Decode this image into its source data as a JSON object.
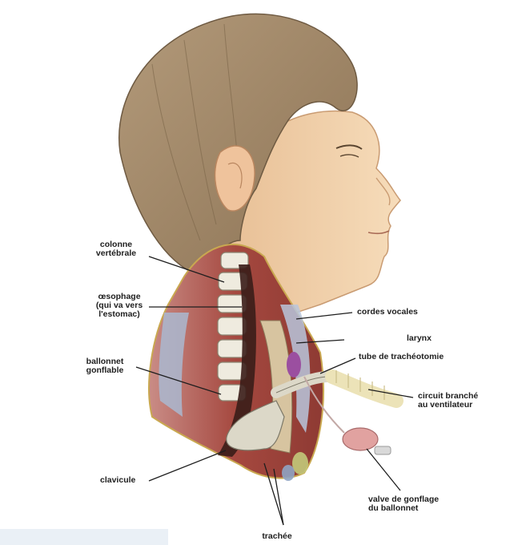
{
  "labels": {
    "colonne": "colonne\nvertébrale",
    "oesophage": "œsophage\n(qui va vers\nl'estomac)",
    "ballonnet": "ballonnet\ngonflable",
    "clavicule": "clavicule",
    "cordes": "cordes vocales",
    "larynx": "larynx",
    "tube": "tube de trachéotomie",
    "circuit": "circuit branché\nau ventilateur",
    "valve": "valve de gonflage\ndu ballonnet",
    "trachee": "trachée"
  },
  "colors": {
    "hair": "#9c8466",
    "skin": "#f2d0a8",
    "muscle": "#a8504a",
    "bone": "#eeeade",
    "tube": "#d8d4c4",
    "label": "#1e1e1e"
  }
}
